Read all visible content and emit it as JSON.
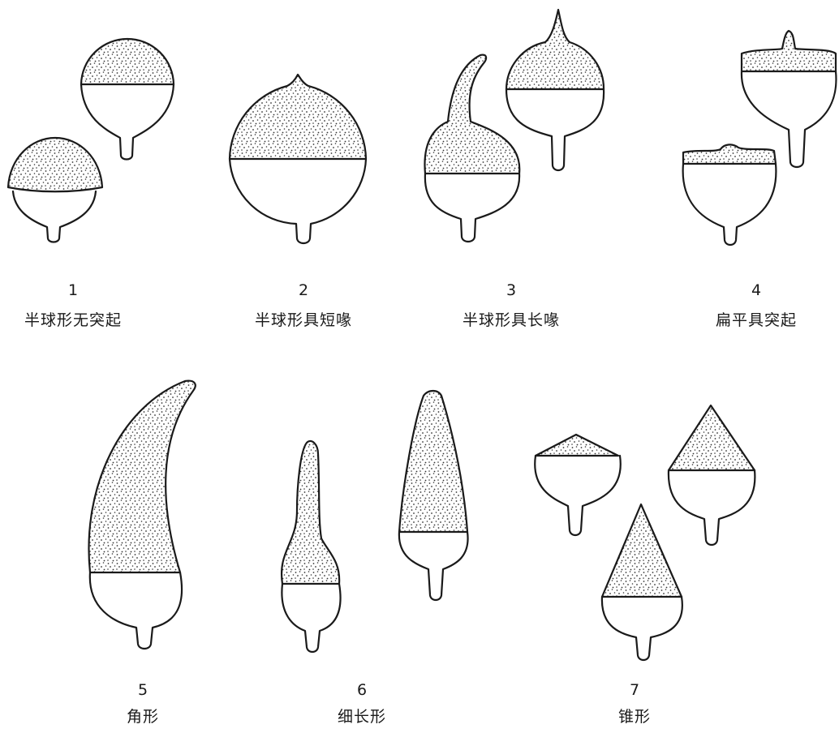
{
  "figures": [
    {
      "number": "1",
      "label": "半球形无突起"
    },
    {
      "number": "2",
      "label": "半球形具短喙"
    },
    {
      "number": "3",
      "label": "半球形具长喙"
    },
    {
      "number": "4",
      "label": "扁平具突起"
    },
    {
      "number": "5",
      "label": "角形"
    },
    {
      "number": "6",
      "label": "细长形"
    },
    {
      "number": "7",
      "label": "锥形"
    }
  ],
  "colors": {
    "ink": "#1a1a1a",
    "stipple": "#333333",
    "background": "#ffffff"
  }
}
